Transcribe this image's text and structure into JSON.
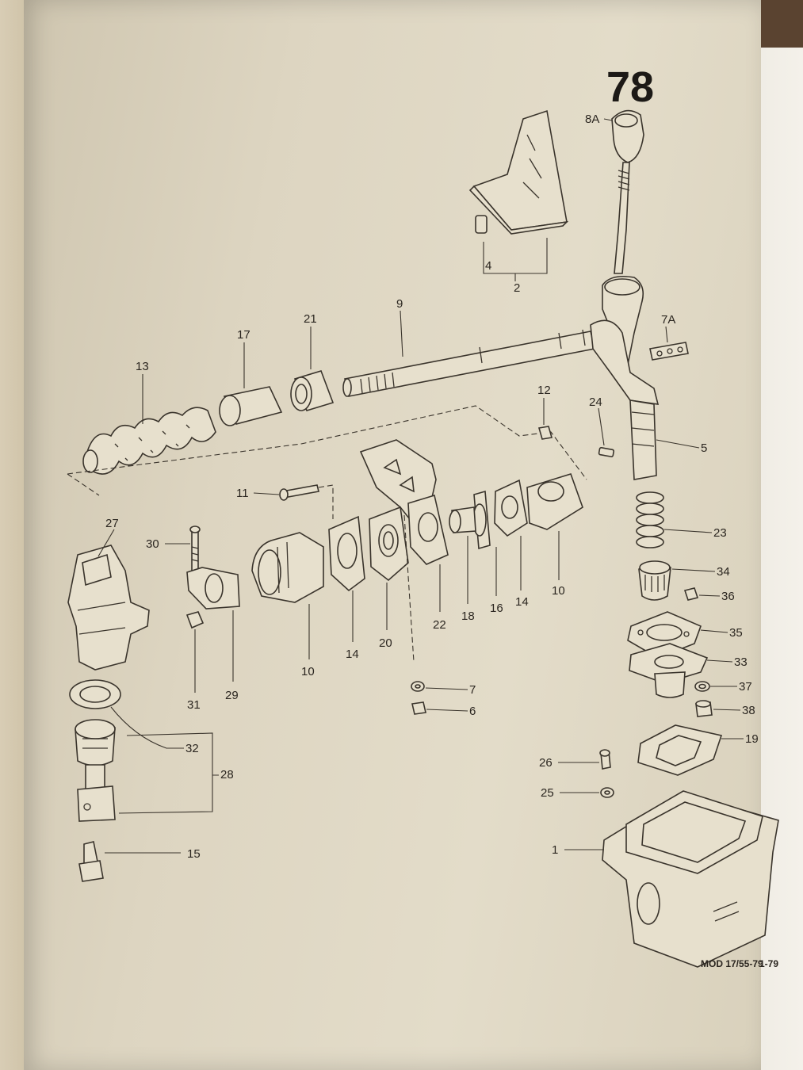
{
  "page_number": "78",
  "footer_code": "MOD 17/55-79",
  "footer_date": "1-79",
  "callouts": {
    "c8A": "8A",
    "c2": "2",
    "c4": "4",
    "c7A": "7A",
    "c9": "9",
    "c21": "21",
    "c17": "17",
    "c13": "13",
    "c12": "12",
    "c24": "24",
    "c5": "5",
    "c11": "11",
    "c27": "27",
    "c30": "30",
    "c23": "23",
    "c34": "34",
    "c36": "36",
    "c35": "35",
    "c33": "33",
    "c37": "37",
    "c38": "38",
    "c19": "19",
    "c26": "26",
    "c25": "25",
    "c1": "1",
    "c10a": "10",
    "c14a": "14",
    "c16": "16",
    "c18": "18",
    "c22": "22",
    "c20": "20",
    "c14b": "14",
    "c10b": "10",
    "c29": "29",
    "c31": "31",
    "c7": "7",
    "c6": "6",
    "c32": "32",
    "c28": "28",
    "c15": "15"
  }
}
